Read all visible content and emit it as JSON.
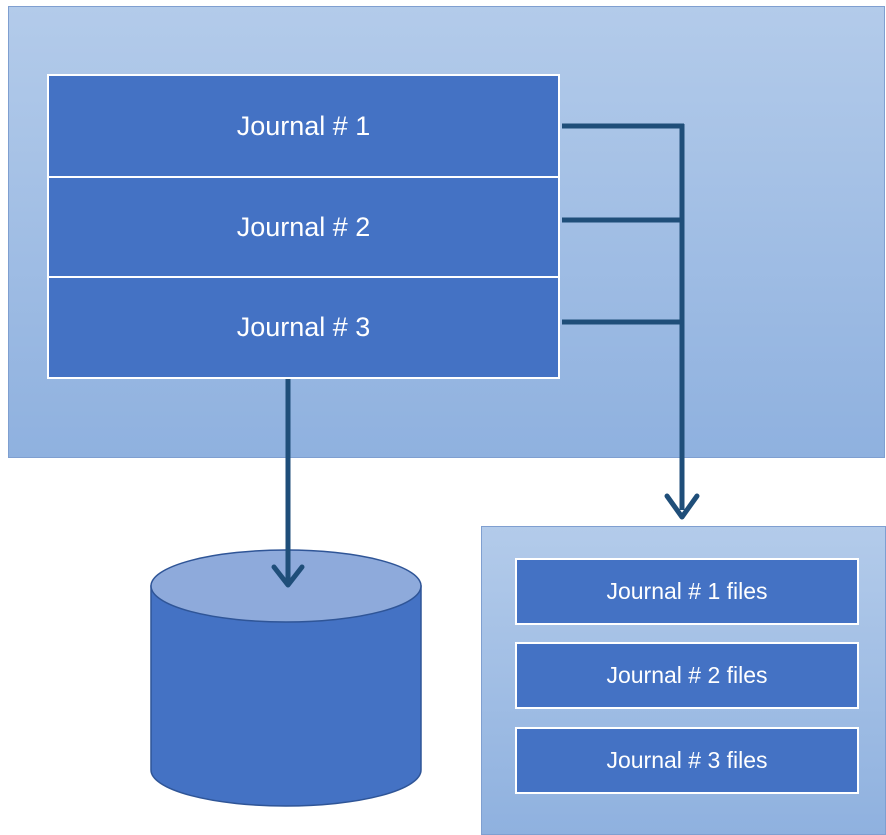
{
  "journals": [
    {
      "label": "Journal # 1"
    },
    {
      "label": "Journal # 2"
    },
    {
      "label": "Journal # 3"
    }
  ],
  "files": [
    {
      "label": "Journal # 1 files"
    },
    {
      "label": "Journal # 2 files"
    },
    {
      "label": "Journal # 3 files"
    }
  ],
  "colors": {
    "box_fill": "#4472c4",
    "panel_fill": "#a9c3e8",
    "connector": "#1f4e79",
    "cylinder_top": "#8eaadb"
  }
}
